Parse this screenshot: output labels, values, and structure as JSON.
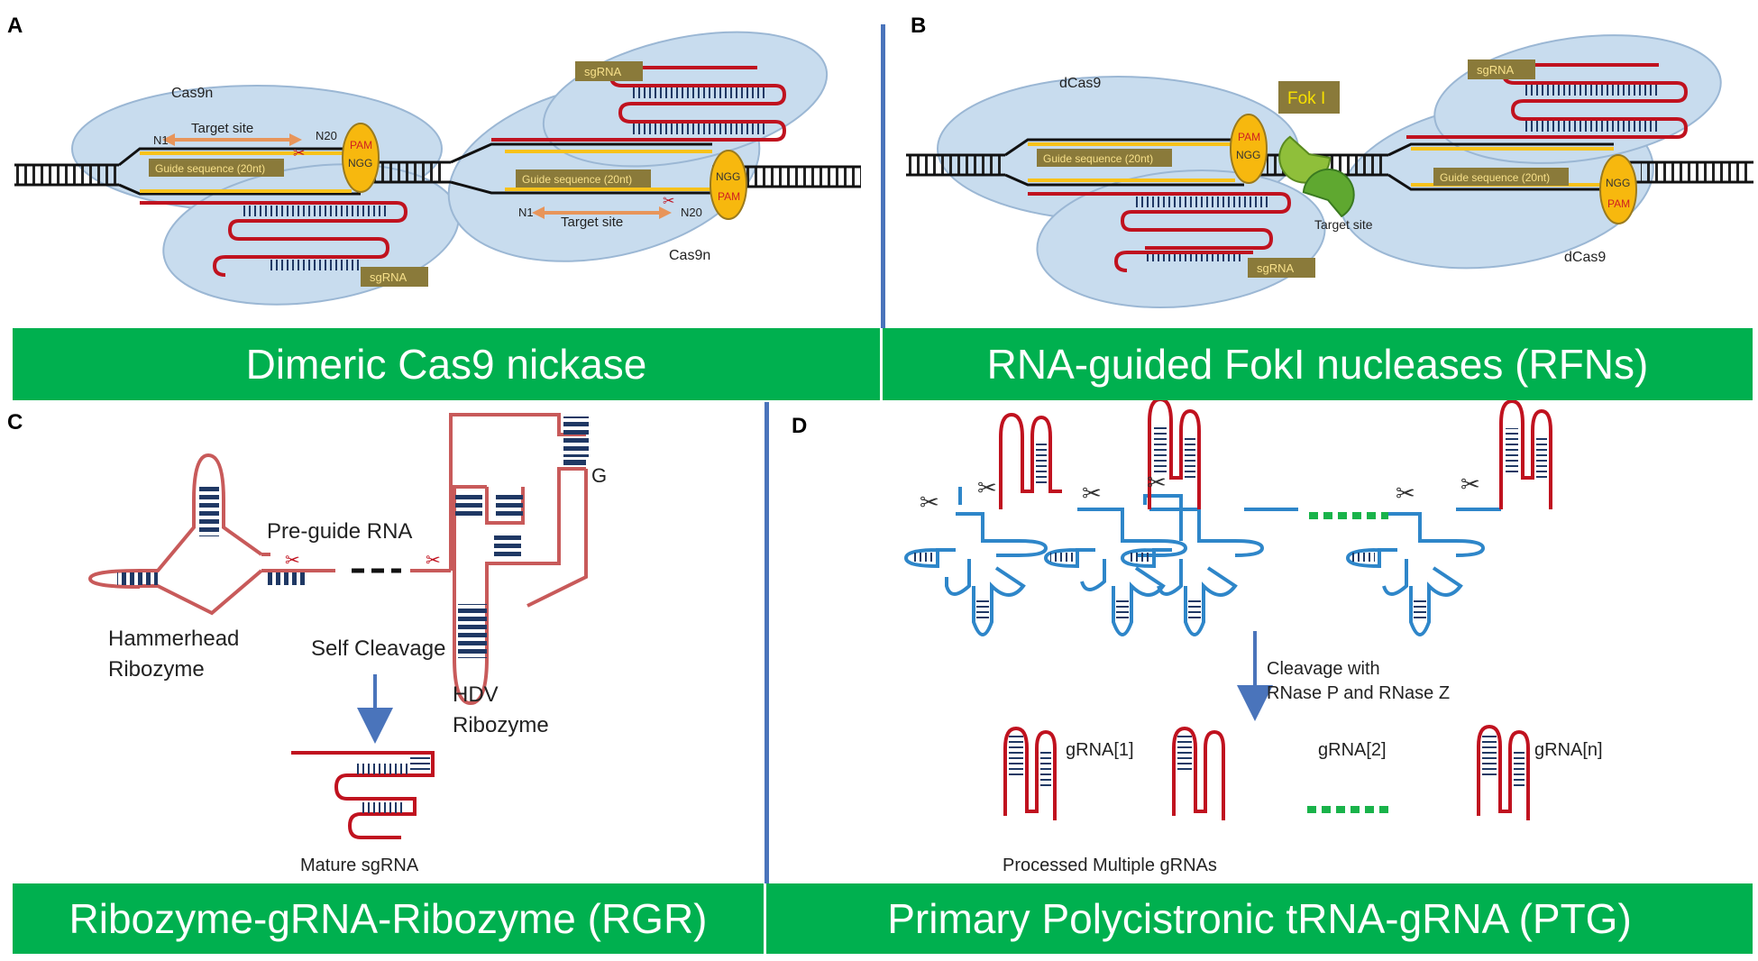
{
  "panels": {
    "a": {
      "letter": "A",
      "banner": "Dimeric Cas9 nickase",
      "cas_left": "Cas9n",
      "cas_right": "Cas9n",
      "target_site": "Target site",
      "n1": "N1",
      "n20": "N20",
      "guide": "Guide sequence (20nt)",
      "pam": "PAM",
      "ngg": "NGG",
      "sgrna": "sgRNA"
    },
    "b": {
      "letter": "B",
      "banner": "RNA-guided FokI nucleases (RFNs)",
      "cas_left": "dCas9",
      "cas_right": "dCas9",
      "fok": "Fok I",
      "target_site": "Target site",
      "guide": "Guide sequence (20nt)",
      "pam": "PAM",
      "ngg": "NGG",
      "sgrna": "sgRNA"
    },
    "c": {
      "letter": "C",
      "banner": "Ribozyme-gRNA-Ribozyme (RGR)",
      "hammerhead_1": "Hammerhead",
      "hammerhead_2": "Ribozyme",
      "pre_guide": "Pre-guide RNA",
      "self_cleavage": "Self Cleavage",
      "hdv_1": "HDV",
      "hdv_2": "Ribozyme",
      "g": "G",
      "mature": "Mature sgRNA"
    },
    "d": {
      "letter": "D",
      "banner": "Primary Polycistronic tRNA-gRNA (PTG)",
      "cleavage_1": "Cleavage with",
      "cleavage_2": "RNase P and RNase Z",
      "grna1": "gRNA[1]",
      "grna2": "gRNA[2]",
      "grnan": "gRNA[n]",
      "processed": "Processed Multiple gRNAs"
    }
  },
  "colors": {
    "banner": "#00b04f",
    "divider": "#4a74bb",
    "rna_red": "#c0121f",
    "ribozyme": "#c85a5a",
    "trna_blue": "#2e86c9",
    "stem_navy": "#1f3864",
    "guide_yellow": "#f7c21a",
    "protein": "#c8dcee",
    "dots_green": "#19b34a"
  }
}
